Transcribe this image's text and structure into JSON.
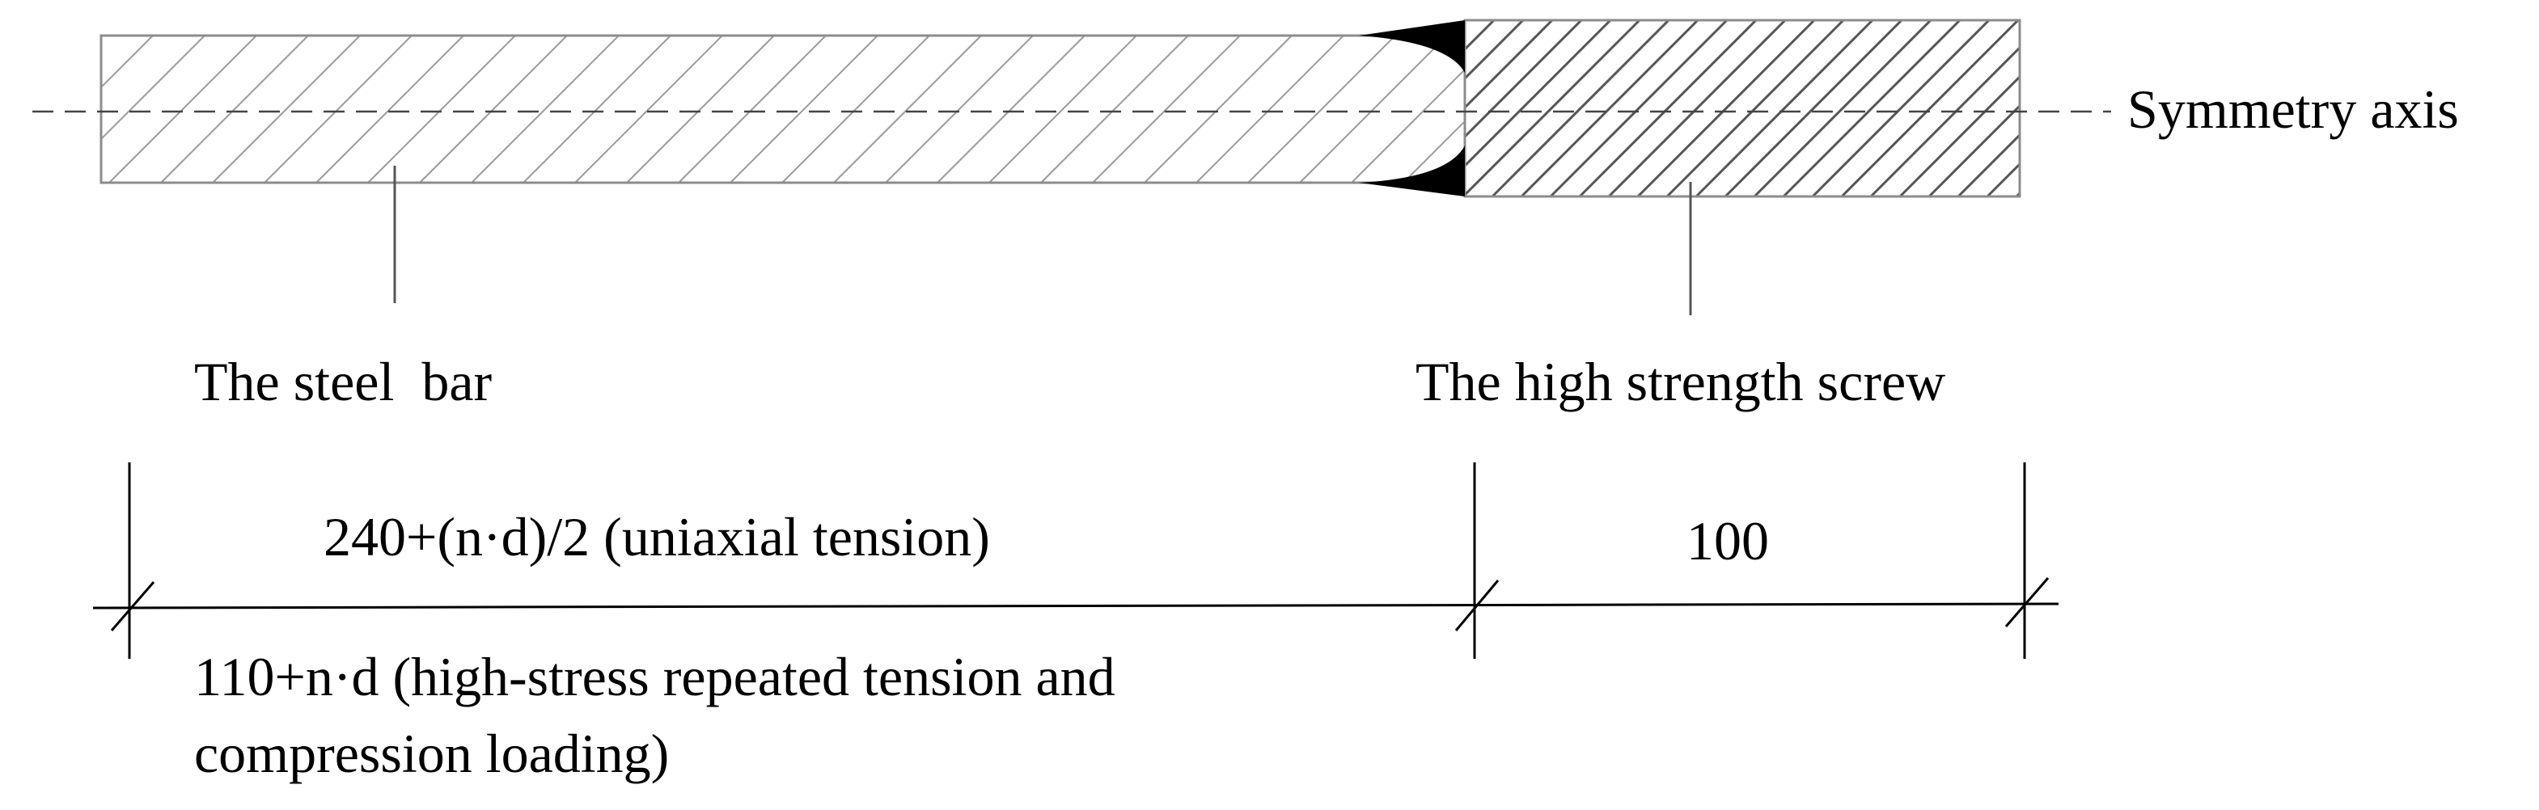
{
  "labels": {
    "symmetry_axis": "Symmetry axis",
    "steel_bar": "The steel  bar",
    "screw": "The high strength screw"
  },
  "dimensions": {
    "steel_bar_uniaxial": "240+(n·d)/2 (uniaxial tension)",
    "screw_length": "100",
    "steel_bar_repeated_line1": "110+n·d (high-stress repeated tension and",
    "steel_bar_repeated_line2": "compression loading)"
  },
  "colors": {
    "line": "#000000",
    "hatch": "#9a9a9a",
    "outline": "#8c8c8c",
    "background": "#ffffff"
  }
}
